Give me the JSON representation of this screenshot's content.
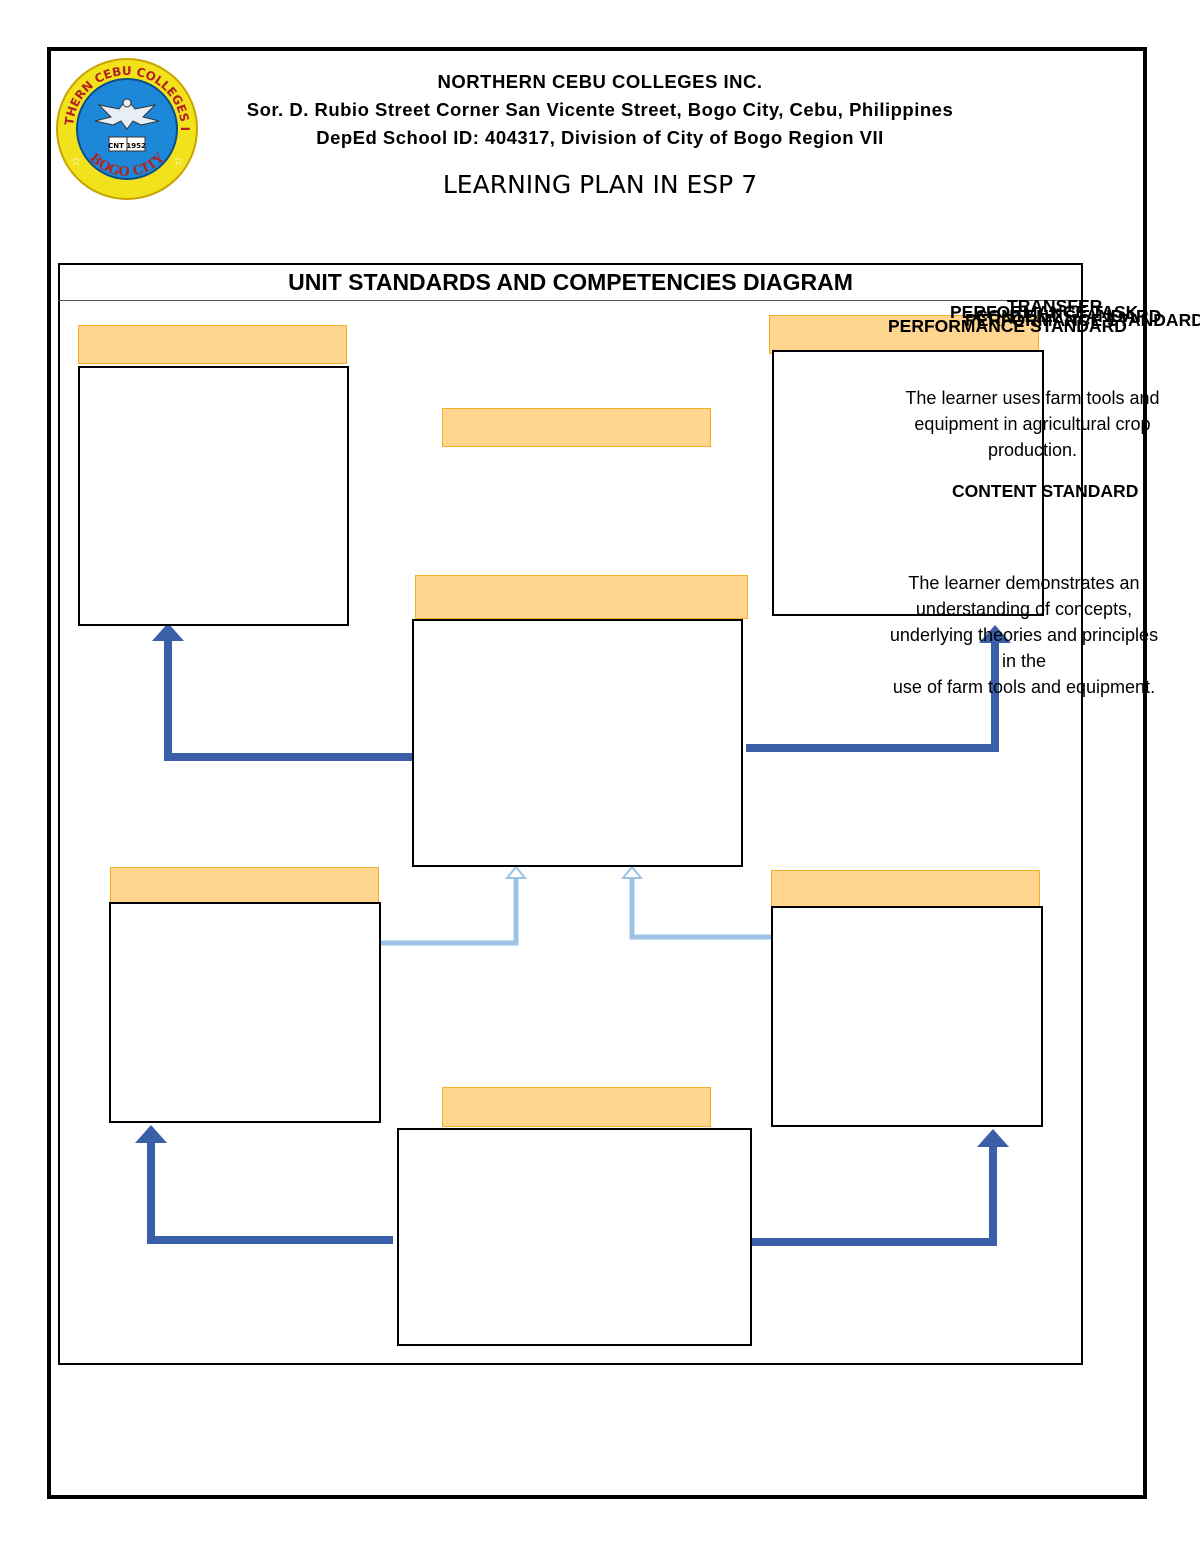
{
  "header": {
    "institution": "NORTHERN CEBU COLLEGES INC.",
    "address": "Sor. D. Rubio Street Corner San Vicente Street, Bogo City, Cebu, Philippines",
    "school_id": "DepEd School ID: 404317, Division of City of Bogo Region VII",
    "plan_title": "LEARNING PLAN IN ESP 7"
  },
  "logo": {
    "ring_text_top": "NORTHERN CEBU COLLEGES INC.",
    "ring_text_bottom": "BOGO CITY",
    "book_text": "CNT 1952",
    "colors": {
      "ring": "#f2e21c",
      "inner": "#1e88d8",
      "text": "#b22222"
    }
  },
  "diagram": {
    "title": "UNIT STANDARDS AND COMPETENCIES DIAGRAM",
    "stacked_headings": [
      "TRANSFER",
      "PERFORMANCE TASK",
      "PERFORMANCE STANDARD",
      "CONTENT STANDARD"
    ],
    "performance_standard_label": "PERFORMANCE STANDARD",
    "performance_standard_text": "The learner uses farm tools and equipment in agricultural crop production.",
    "content_standard_label": "CONTENT STANDARD",
    "content_standard_lines": [
      "The learner demonstrates an",
      "understanding of concepts,",
      "underlying theories and principles",
      "in the",
      "use of farm tools and equipment."
    ],
    "colors": {
      "label_fill": "#ffd58f",
      "label_border": "#f2b02a",
      "strong_arrow": "#3a5fa8",
      "light_arrow": "#9cc3e6"
    }
  }
}
